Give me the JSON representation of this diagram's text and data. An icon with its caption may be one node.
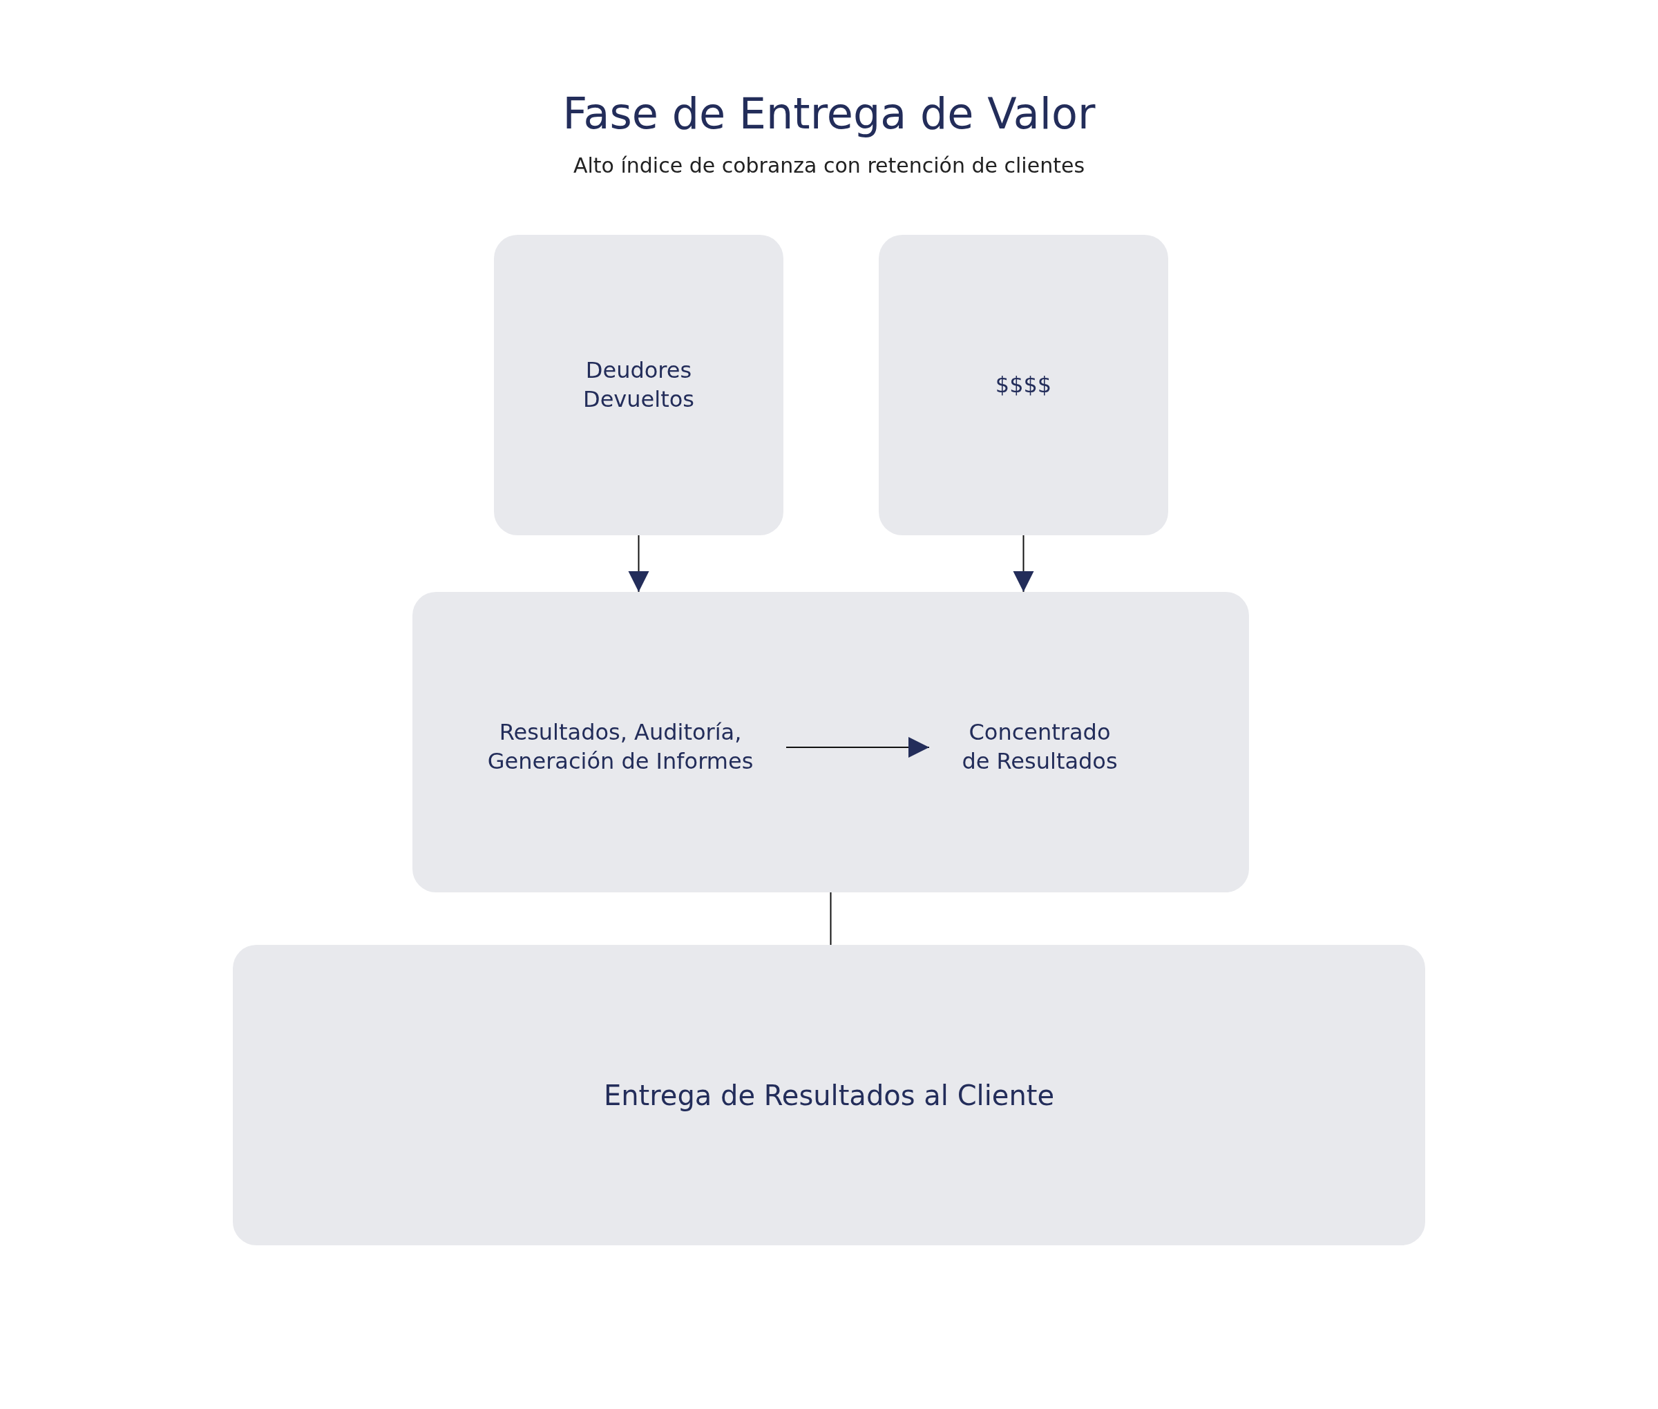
{
  "diagram": {
    "title": "Fase de Entrega de Valor",
    "caption": "Alto índice de cobranza con retención de clientes",
    "nodes": [
      {
        "text": [
          "Deudores Devueltos"
        ]
      },
      {
        "text": [
          "$$$$"
        ]
      },
      {
        "text": [],
        "shape": "box"
      },
      {
        "text": [
          "Resultados, Auditoría, Generación de Informes"
        ],
        "in": 2
      },
      {
        "text": [
          "Concentrado de Resultados"
        ],
        "in": 2
      },
      {
        "text": [
          "Entrega de Resultados al Cliente"
        ]
      }
    ],
    "edges": [
      {
        "from": 0,
        "to": 2,
        "arrow": "to"
      },
      {
        "from": 1,
        "to": 2,
        "arrow": "to"
      },
      {
        "from": 3,
        "to": 4,
        "arrow": "to"
      },
      {
        "from": 2,
        "to": 5,
        "arrow": "none"
      }
    ]
  }
}
